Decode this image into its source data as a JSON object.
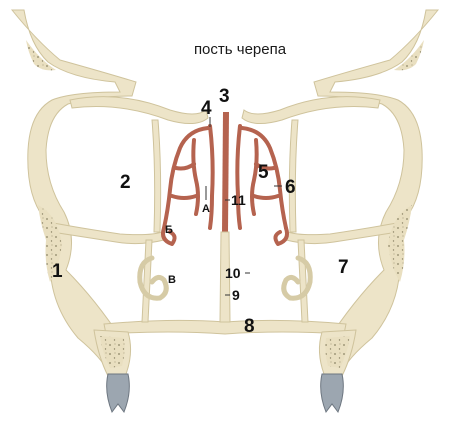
{
  "caption": "пость черепа",
  "labels": {
    "n1": "1",
    "n2": "2",
    "n3": "3",
    "n4": "4",
    "n5": "5",
    "n6": "6",
    "n7": "7",
    "n8": "8",
    "n9": "9",
    "n10": "10",
    "n11": "11",
    "lA": "А",
    "lB": "Б",
    "lV": "В"
  },
  "colors": {
    "bone": "#ede4c8",
    "bone_edge": "#d6cba6",
    "bone_spots": "#8c8466",
    "mucosa": "#b5634f",
    "tooth": "#9ca6b0",
    "background": "#ffffff"
  }
}
